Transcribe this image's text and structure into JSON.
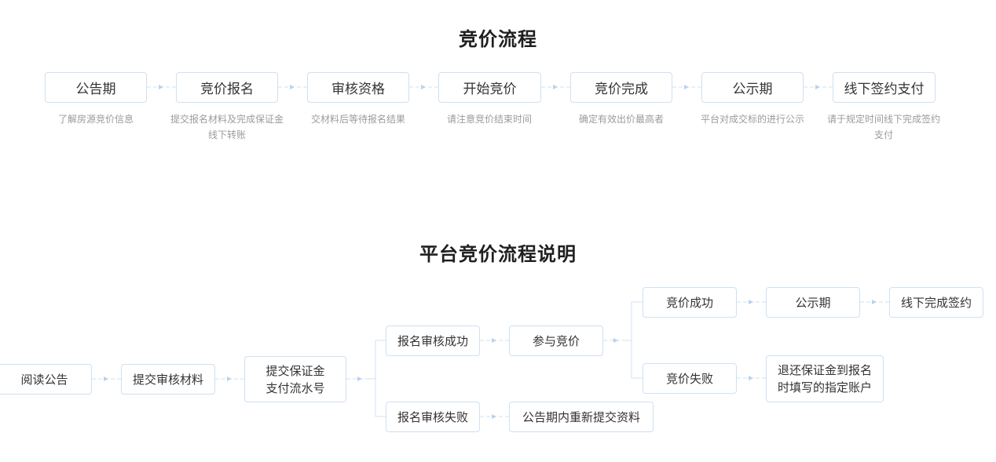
{
  "process": {
    "title": "竞价流程",
    "steps": [
      {
        "label": "公告期",
        "desc": "了解房源竞价信息"
      },
      {
        "label": "竞价报名",
        "desc": "提交报名材料及完成保证金线下转账"
      },
      {
        "label": "审核资格",
        "desc": "交材料后等待报名结果"
      },
      {
        "label": "开始竞价",
        "desc": "请注意竞价结束时间"
      },
      {
        "label": "竞价完成",
        "desc": "确定有效出价最高者"
      },
      {
        "label": "公示期",
        "desc": "平台对成交标的进行公示"
      },
      {
        "label": "线下签约支付",
        "desc": "请于规定时间线下完成签约支付"
      }
    ]
  },
  "platform": {
    "title": "平台竞价流程说明",
    "nodes": {
      "read": "阅读公告",
      "submit_materials": "提交审核材料",
      "submit_deposit": "提交保证金\n支付流水号",
      "review_success": "报名审核成功",
      "review_fail": "报名审核失败",
      "participate": "参与竞价",
      "resubmit": "公告期内重新提交资料",
      "bid_success": "竞价成功",
      "bid_fail": "竞价失败",
      "public_notice": "公示期",
      "offline_sign": "线下完成签约",
      "refund": "退还保证金到报名\n时填写的指定账户"
    }
  },
  "colors": {
    "box_border": "#cfe0f3",
    "connector": "#cfe0f3",
    "arrow": "#b8d2ef",
    "title": "#1f1f1f",
    "description": "#9b9b9b"
  }
}
